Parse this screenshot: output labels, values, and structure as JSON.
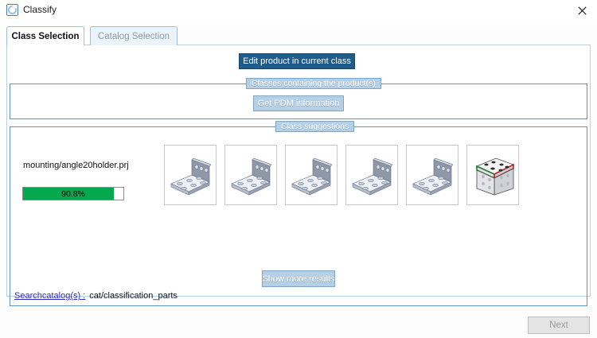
{
  "window": {
    "title": "Classify",
    "icon": "classify-app-icon",
    "close_icon": "close-icon"
  },
  "tabs": [
    {
      "label": "Class Selection",
      "active": true
    },
    {
      "label": "Catalog Selection",
      "active": false
    }
  ],
  "actions": {
    "edit_product": "Edit product in current class",
    "get_pdm": "Get PDM information",
    "show_more": "Show more results",
    "next": "Next"
  },
  "groups": {
    "classes_containing": "Classes containing the product(s)",
    "class_suggestions": "Class suggestions"
  },
  "result": {
    "file_name": "mounting/angle20holder.prj",
    "match_percent_label": "90.8%",
    "match_percent_value": 90.8,
    "progress_color": "#06a84e"
  },
  "suggestions": [
    {
      "name": "angle-bracket-thumbnail-1",
      "variant": "gray"
    },
    {
      "name": "angle-bracket-thumbnail-2",
      "variant": "gray"
    },
    {
      "name": "angle-bracket-thumbnail-3",
      "variant": "gray"
    },
    {
      "name": "angle-bracket-thumbnail-4",
      "variant": "gray"
    },
    {
      "name": "angle-bracket-thumbnail-5",
      "variant": "gray"
    },
    {
      "name": "angle-bracket-thumbnail-6",
      "variant": "colored"
    }
  ],
  "footer": {
    "search_link": "Searchcatalog(s) :",
    "catalog_path": "cat/classification_parts"
  },
  "colors": {
    "accent_dark": "#1f5c8b",
    "accent_light": "#b6cfe4",
    "group_border": "#5f96c0",
    "progress_green": "#06a84e",
    "link": "#2b2bc8"
  }
}
